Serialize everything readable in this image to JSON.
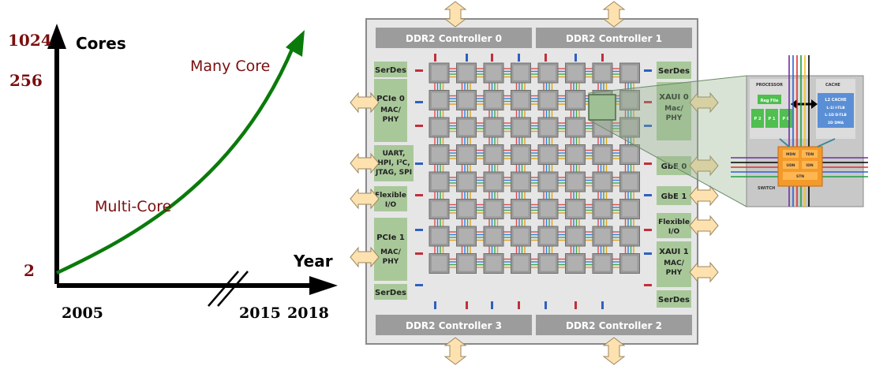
{
  "graph": {
    "y_axis_label": "Cores",
    "x_axis_label": "Year",
    "y_ticks": [
      "1024",
      "256",
      "2"
    ],
    "x_ticks": [
      "2005",
      "2015",
      "2018"
    ],
    "curve_labels": [
      "Many Core",
      "Multi-Core"
    ],
    "colors": {
      "curve": "#0a7a0a",
      "tick_text": "#7a0f0f",
      "axis": "#000000"
    }
  },
  "chip": {
    "controllers": [
      "DDR2 Controller 0",
      "DDR2 Controller 1",
      "DDR2 Controller 3",
      "DDR2 Controller 2"
    ],
    "left_blocks": {
      "serdes_top": "SerDes",
      "pcie0": [
        "PCIe 0",
        "MAC/",
        "PHY"
      ],
      "uart": [
        "UART,",
        "HPI, I²C,",
        "JTAG, SPI"
      ],
      "flexible_io": [
        "Flexible",
        "I/O"
      ],
      "pcie1": [
        "PCIe 1",
        "MAC/",
        "PHY"
      ],
      "serdes_bottom": "SerDes"
    },
    "right_blocks": {
      "serdes_top": "SerDes",
      "xaui0": [
        "XAUI 0",
        "Mac/",
        "PHY"
      ],
      "gbe0": "GbE 0",
      "gbe1": "GbE 1",
      "flexible_io": [
        "Flexible",
        "I/O"
      ],
      "xaui1": [
        "XAUI 1",
        "MAC/",
        "PHY"
      ],
      "serdes_bottom": "SerDes"
    },
    "grid": {
      "rows": 8,
      "cols": 8
    },
    "colors": {
      "controller": "#9c9c9c",
      "io_block": "#a9c89a",
      "chip_bg": "#e6e6e6"
    }
  },
  "tile": {
    "processor_label": "PROCESSOR",
    "cache_label": "CACHE",
    "reg_file": "Reg File",
    "pipes": [
      "P 2",
      "P 1",
      "P 0"
    ],
    "cache_lines": [
      "L2 CACHE",
      "L-1I  I-TLB",
      "L-1D  D-TLB",
      "2D DMA"
    ],
    "switch_label": "SWITCH",
    "switch_cells": [
      "MDN",
      "TDN",
      "UDN",
      "IDN",
      "STN"
    ]
  }
}
